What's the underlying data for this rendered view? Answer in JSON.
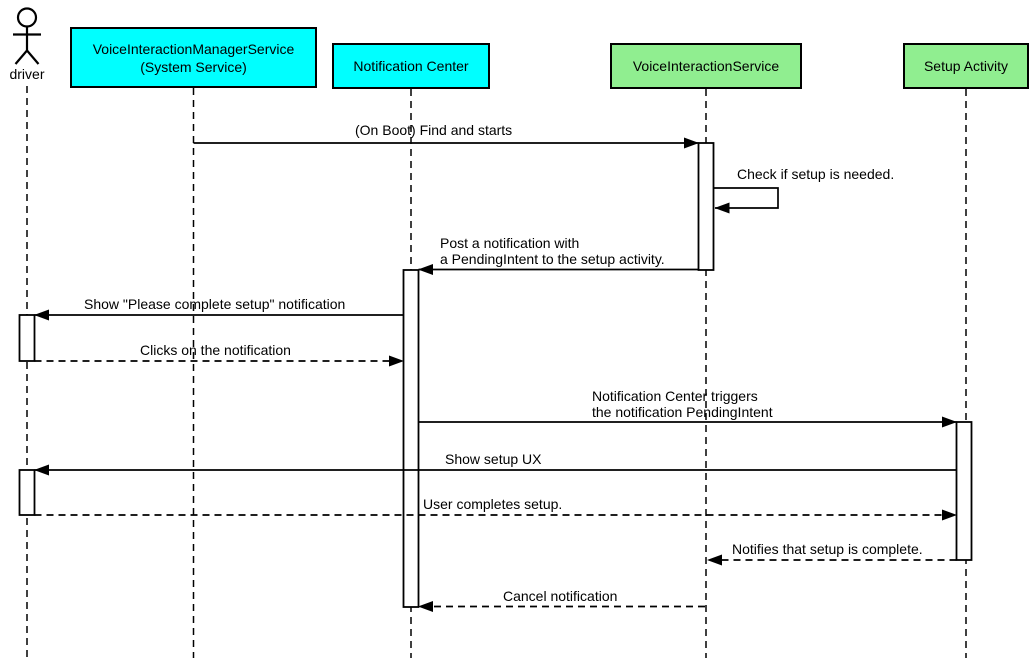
{
  "diagram": {
    "type": "uml-sequence-diagram",
    "background": "#FFFFFF",
    "colors": {
      "system_participant_fill": "#00FFFF",
      "component_participant_fill": "#90EE90",
      "stroke": "#000000"
    },
    "actor": {
      "label": "driver"
    },
    "participants": [
      {
        "label_line1": "VoiceInteractionManagerService",
        "label_line2": "(System Service)",
        "fill": "#00FFFF"
      },
      {
        "label": "Notification Center",
        "fill": "#00FFFF"
      },
      {
        "label": "VoiceInteractionService",
        "fill": "#90EE90"
      },
      {
        "label": "Setup Activity",
        "fill": "#90EE90"
      }
    ],
    "messages": [
      {
        "label": "(On Boot) Find and starts",
        "from": "VoiceInteractionManagerService (System Service)",
        "to": "VoiceInteractionService",
        "line": "solid"
      },
      {
        "label": "Check if setup is needed.",
        "from": "VoiceInteractionService",
        "to": "VoiceInteractionService",
        "line": "solid-self"
      },
      {
        "label_line1": "Post a notification with",
        "label_line2": "a PendingIntent to the setup activity.",
        "from": "VoiceInteractionService",
        "to": "Notification Center",
        "line": "solid"
      },
      {
        "label": "Show \"Please complete setup\" notification",
        "from": "Notification Center",
        "to": "driver",
        "line": "solid"
      },
      {
        "label": "Clicks on the notification",
        "from": "driver",
        "to": "Notification Center",
        "line": "dashed"
      },
      {
        "label_line1": "Notification Center triggers",
        "label_line2": "the notification PendingIntent",
        "from": "Notification Center",
        "to": "Setup Activity",
        "line": "solid"
      },
      {
        "label": "Show setup UX",
        "from": "Setup Activity",
        "to": "driver",
        "line": "solid"
      },
      {
        "label": "User completes setup.",
        "from": "driver",
        "to": "Setup Activity",
        "line": "dashed"
      },
      {
        "label": "Notifies that setup is complete.",
        "from": "Setup Activity",
        "to": "VoiceInteractionService",
        "line": "dashed"
      },
      {
        "label": "Cancel notification",
        "from": "VoiceInteractionService",
        "to": "Notification Center",
        "line": "dashed"
      }
    ]
  }
}
